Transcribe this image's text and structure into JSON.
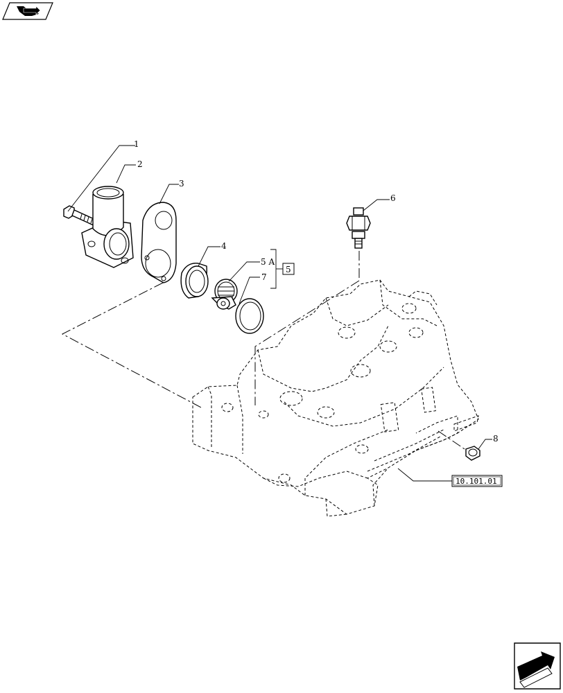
{
  "callouts": {
    "c1": "1",
    "c2": "2",
    "c3": "3",
    "c4": "4",
    "c5a": "5 A",
    "c5": "5",
    "c6": "6",
    "c7": "7",
    "c8": "8"
  },
  "reference": "10.101.01",
  "icons": {
    "top_left": "folder-arrow-icon",
    "bottom_right": "next-page-arrow-icon"
  }
}
